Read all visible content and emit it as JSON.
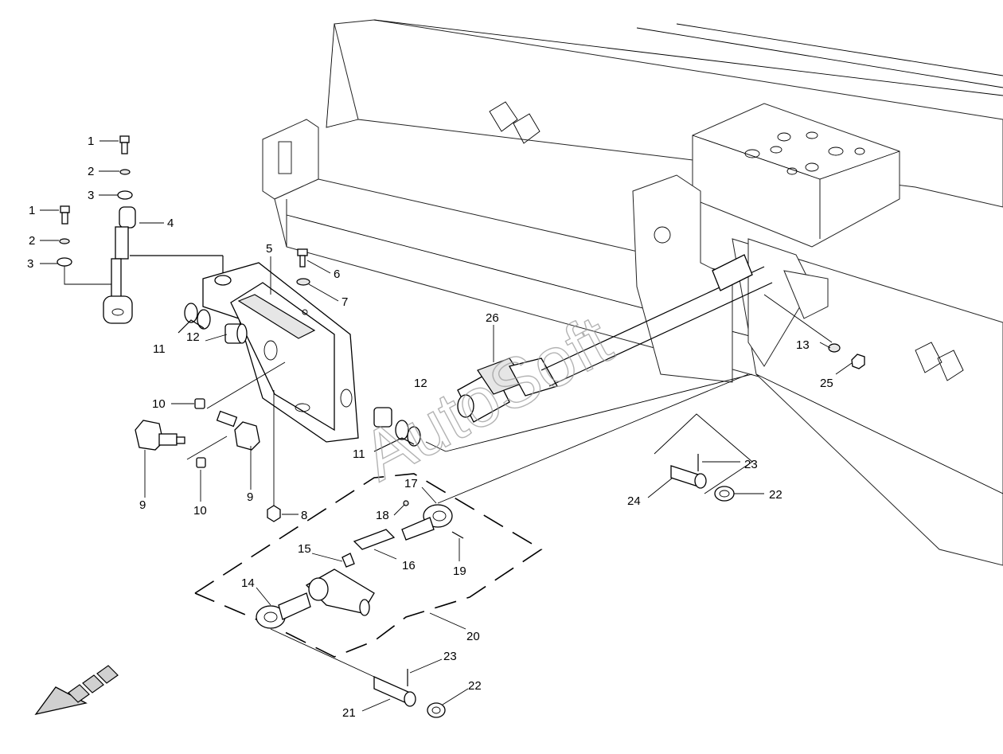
{
  "watermark": "AutoSoft",
  "callouts": [
    {
      "id": "c1a",
      "text": "1"
    },
    {
      "id": "c2a",
      "text": "2"
    },
    {
      "id": "c3a",
      "text": "3"
    },
    {
      "id": "c1b",
      "text": "1"
    },
    {
      "id": "c2b",
      "text": "2"
    },
    {
      "id": "c3b",
      "text": "3"
    },
    {
      "id": "c4",
      "text": "4"
    },
    {
      "id": "c5",
      "text": "5"
    },
    {
      "id": "c6",
      "text": "6"
    },
    {
      "id": "c7",
      "text": "7"
    },
    {
      "id": "c8",
      "text": "8"
    },
    {
      "id": "c9a",
      "text": "9"
    },
    {
      "id": "c9b",
      "text": "9"
    },
    {
      "id": "c10a",
      "text": "10"
    },
    {
      "id": "c10b",
      "text": "10"
    },
    {
      "id": "c11a",
      "text": "11"
    },
    {
      "id": "c11b",
      "text": "11"
    },
    {
      "id": "c12a",
      "text": "12"
    },
    {
      "id": "c12b",
      "text": "12"
    },
    {
      "id": "c13",
      "text": "13"
    },
    {
      "id": "c14",
      "text": "14"
    },
    {
      "id": "c15",
      "text": "15"
    },
    {
      "id": "c16",
      "text": "16"
    },
    {
      "id": "c17",
      "text": "17"
    },
    {
      "id": "c18",
      "text": "18"
    },
    {
      "id": "c19",
      "text": "19"
    },
    {
      "id": "c20",
      "text": "20"
    },
    {
      "id": "c21",
      "text": "21"
    },
    {
      "id": "c22a",
      "text": "22"
    },
    {
      "id": "c22b",
      "text": "22"
    },
    {
      "id": "c23a",
      "text": "23"
    },
    {
      "id": "c23b",
      "text": "23"
    },
    {
      "id": "c24",
      "text": "24"
    },
    {
      "id": "c25",
      "text": "25"
    },
    {
      "id": "c26",
      "text": "26"
    }
  ]
}
